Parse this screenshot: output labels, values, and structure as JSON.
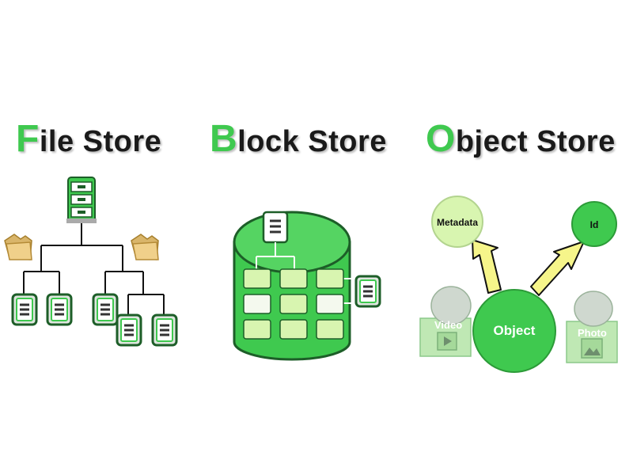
{
  "titles": {
    "file": {
      "initial": "F",
      "rest": "ile Store"
    },
    "block": {
      "initial": "B",
      "rest": "lock Store"
    },
    "object": {
      "initial": "O",
      "rest": "bject Store"
    }
  },
  "object_store": {
    "metadata_label": "Metadata",
    "id_label": "Id",
    "object_label": "Object",
    "video_label": "Video",
    "photo_label": "Photo"
  },
  "icons": [
    "cabinet-icon",
    "folder-icon",
    "document-icon",
    "play-icon",
    "image-icon"
  ],
  "colors": {
    "accent_green": "#3fc94f",
    "light_green": "#d8f5b0",
    "dark_outline": "#1d5e28",
    "arrow_yellow": "#f6f58a"
  }
}
